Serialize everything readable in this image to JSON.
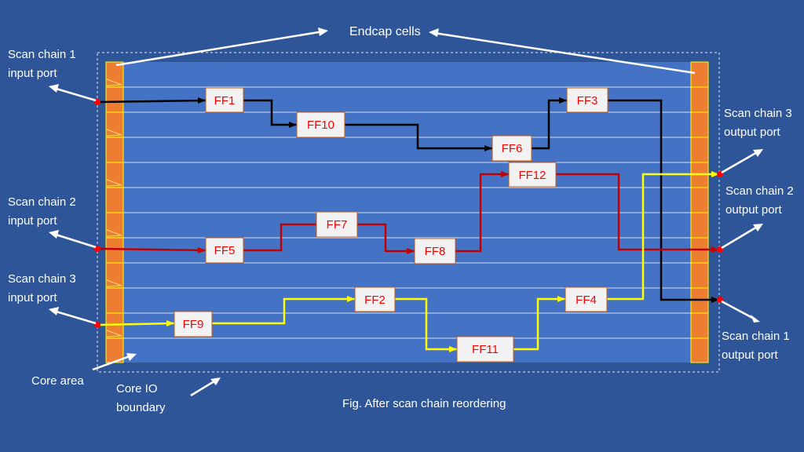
{
  "title": "Endcap cells",
  "caption": "Fig. After scan chain reordering",
  "labels": {
    "sc1_in": "Scan chain 1\ninput port",
    "sc2_in": "Scan chain 2\ninput port",
    "sc3_in": "Scan chain 3\ninput port",
    "sc3_out": "Scan chain 3\noutput port",
    "sc2_out": "Scan chain 2\noutput port",
    "sc1_out": "Scan chain 1\noutput port",
    "core_area": "Core area",
    "core_io": "Core IO\nboundary"
  },
  "flipflops": {
    "ff1": "FF1",
    "ff2": "FF2",
    "ff3": "FF3",
    "ff4": "FF4",
    "ff5": "FF5",
    "ff6": "FF6",
    "ff7": "FF7",
    "ff8": "FF8",
    "ff9": "FF9",
    "ff10": "FF10",
    "ff11": "FF11",
    "ff12": "FF12"
  },
  "colors": {
    "background": "#2E5597",
    "core": "#4472C4",
    "endcap": "#ED7D31",
    "chain1": "#000000",
    "chain2": "#C00000",
    "chain3": "#FFFF00",
    "ff_fill": "#F2F2F2",
    "ff_text": "#FF0000",
    "port": "#FF0000"
  }
}
